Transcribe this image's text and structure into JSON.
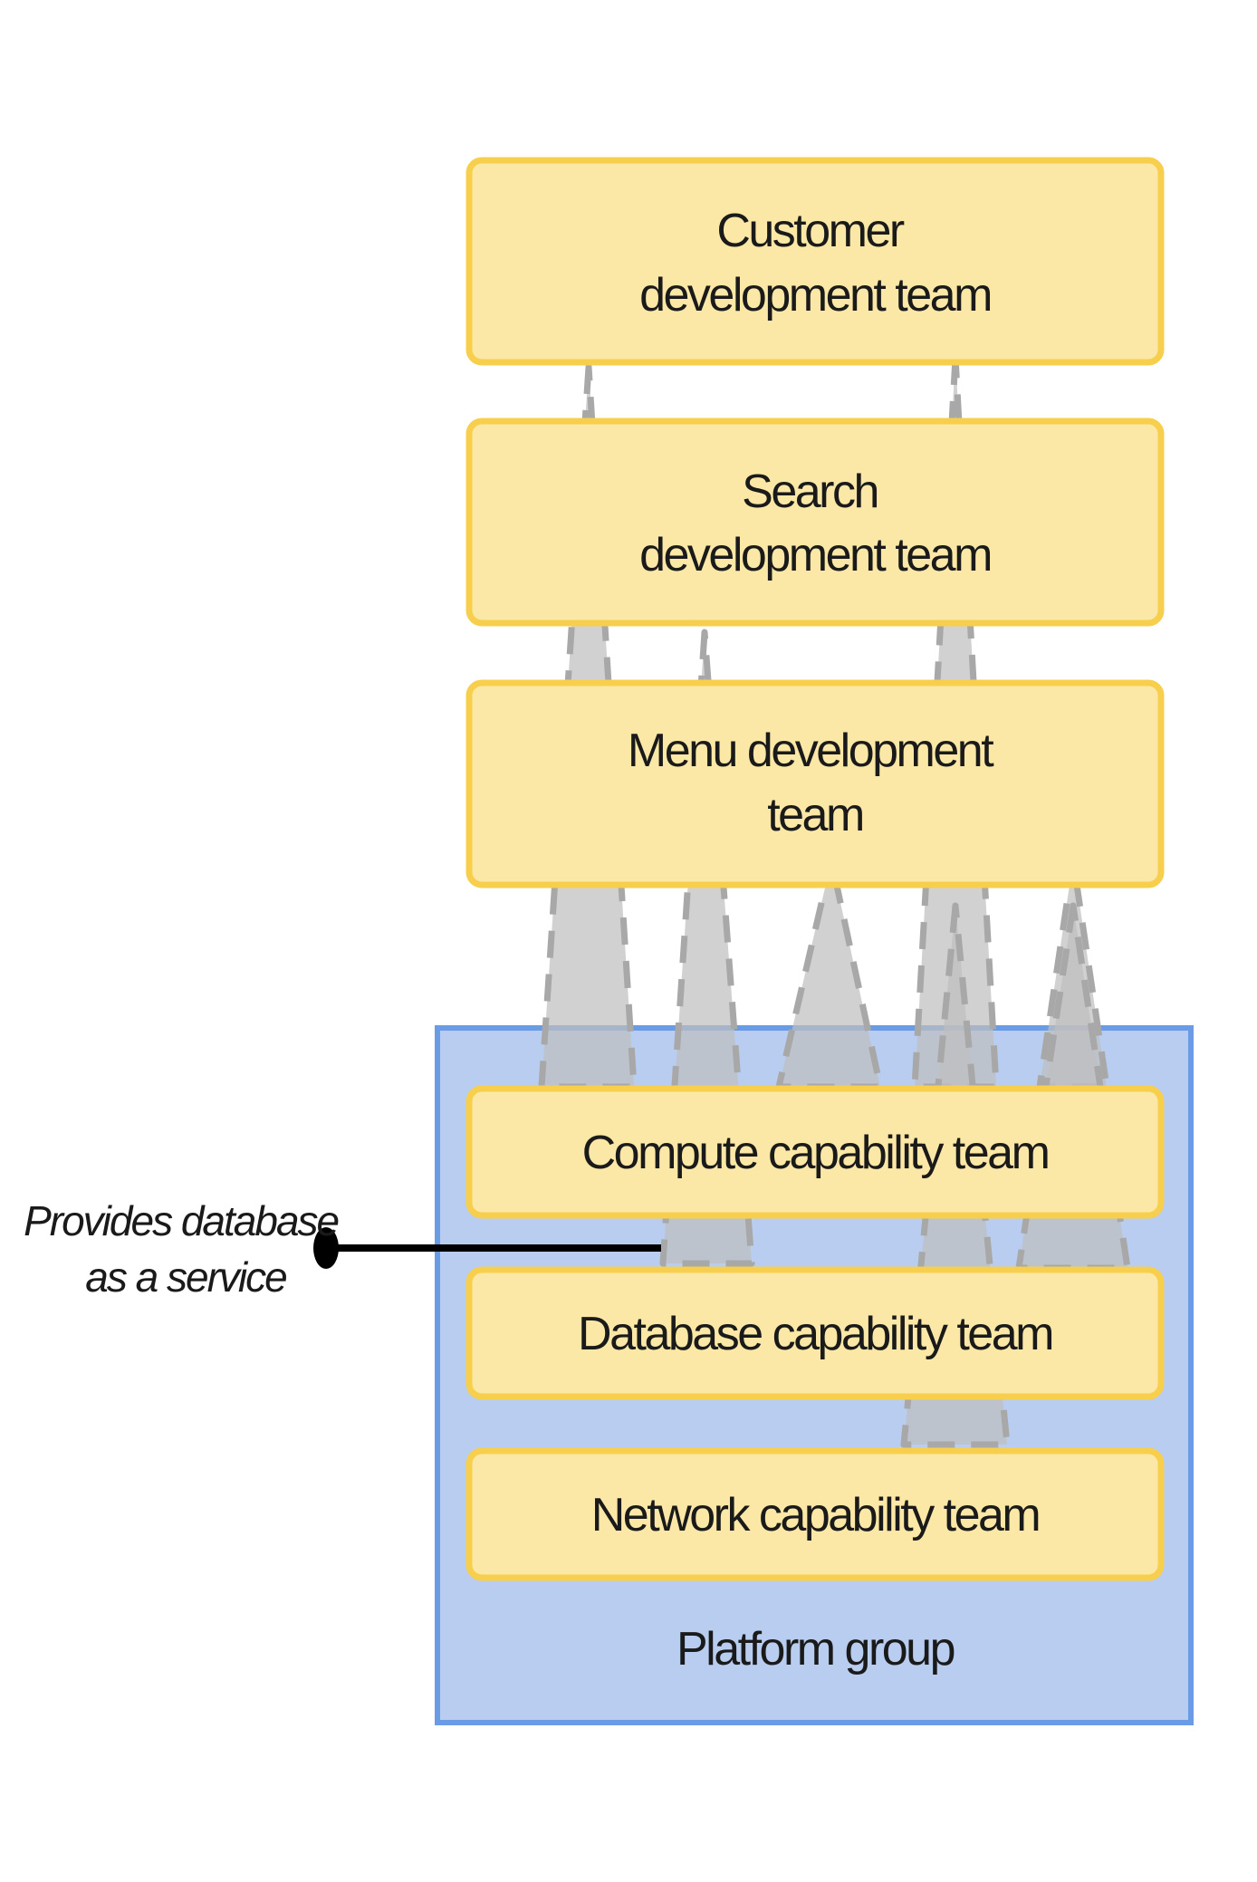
{
  "stream_teams": [
    {
      "id": "customer",
      "label_lines": [
        "Customer",
        "development team"
      ]
    },
    {
      "id": "search",
      "label_lines": [
        "Search",
        "development team"
      ]
    },
    {
      "id": "menu",
      "label_lines": [
        "Menu development",
        "team"
      ]
    }
  ],
  "platform": {
    "label": "Platform group",
    "teams": [
      {
        "id": "compute",
        "label": "Compute capability team"
      },
      {
        "id": "database",
        "label": "Database capability team"
      },
      {
        "id": "network",
        "label": "Network capability team"
      }
    ]
  },
  "callout": {
    "lines": [
      "Provides database",
      "as a service"
    ]
  },
  "colors": {
    "team_fill": "#fbe8a6",
    "team_stroke": "#f7cf4d",
    "platform_fill": "#b8cdef",
    "platform_stroke": "#6a9ce6",
    "cone_fill": "#bfbfbf"
  }
}
